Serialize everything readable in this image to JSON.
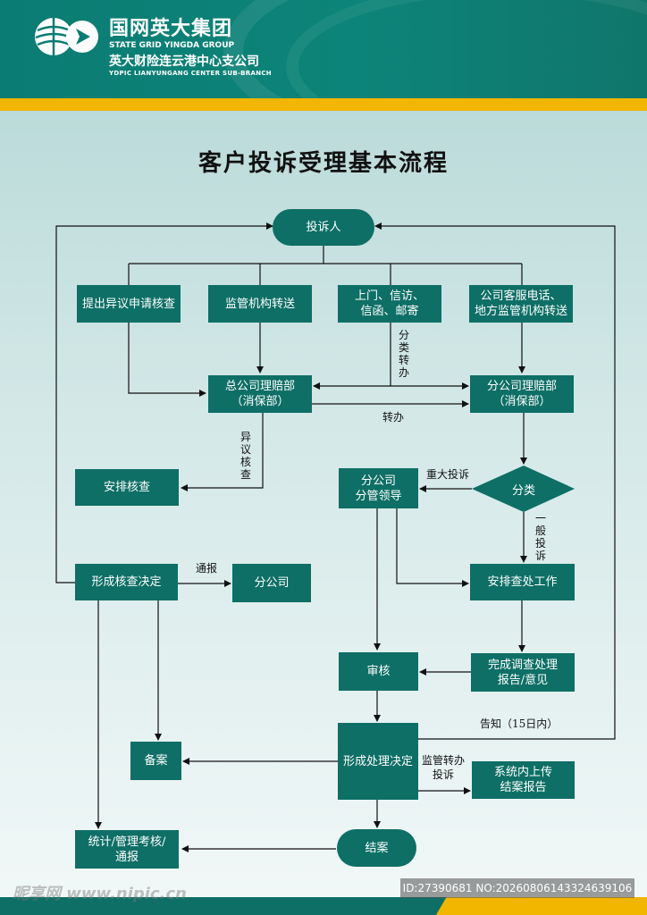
{
  "header": {
    "company_cn": "国网英大集团",
    "company_en": "STATE GRID YINGDA GROUP",
    "branch_cn": "英大财险连云港中心支公司",
    "branch_en": "YDPIC LIANYUNGANG CENTER SUB-BRANCH"
  },
  "title": "客户投诉受理基本流程",
  "colors": {
    "primary": "#0e6f66",
    "accent": "#f2b600",
    "header": "#0b7c73"
  },
  "nodes": {
    "complainant": "投诉人",
    "objection_review": "提出异议申请核查",
    "regulator_transfer": "监管机构转送",
    "visit_letters": "上门、信访、\n信函、邮寄",
    "service_hotline": "公司客服电话、\n地方监管机构转送",
    "hq_claims": "总公司理赔部\n（消保部）",
    "branch_claims": "分公司理赔部\n（消保部）",
    "arrange_review": "安排核查",
    "branch_leader": "分公司\n分管领导",
    "classify": "分类",
    "review_decision": "形成核查决定",
    "branch_company": "分公司",
    "arrange_investigation": "安排查处工作",
    "audit": "审核",
    "complete_report": "完成调查处理\n报告/意见",
    "filing": "备案",
    "handling_decision": "形成处理决定",
    "system_upload": "系统内上传\n结案报告",
    "statistics": "统计/管理考核/\n通报",
    "close_case": "结案"
  },
  "labels": {
    "classify_transfer": "分类转办",
    "transfer": "转办",
    "objection_check": "异议核查",
    "major_complaint": "重大投诉",
    "general_complaint": "一般投诉",
    "notify": "通报",
    "inform": "告知（15日内）",
    "regulator_transfer_complaint": "监管转办\n投诉"
  },
  "watermark": {
    "site": "昵享网 www.nipic.cn",
    "id": "ID:27390681 NO:20260806143324639106"
  }
}
